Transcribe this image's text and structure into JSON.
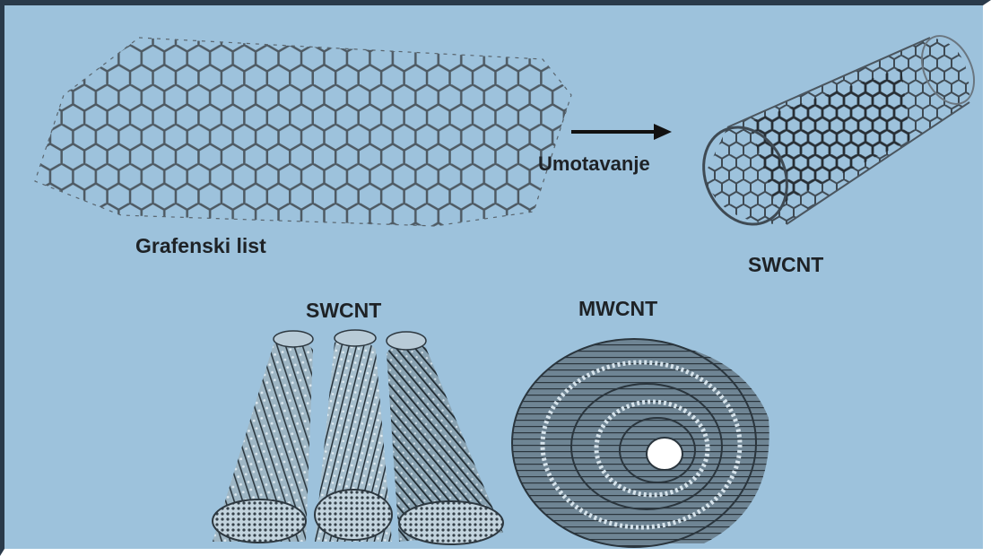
{
  "labels": {
    "graphene_sheet": "Grafenski list",
    "rolling": "Umotavanje",
    "swcnt_top": "SWCNT",
    "swcnt_bottom": "SWCNT",
    "mwcnt": "MWCNT"
  },
  "colors": {
    "background": "#9dc2dc",
    "lattice": "#4e5a63",
    "lattice_dark": "#1f2429",
    "arrow": "#111111",
    "text": "#1e2226"
  }
}
